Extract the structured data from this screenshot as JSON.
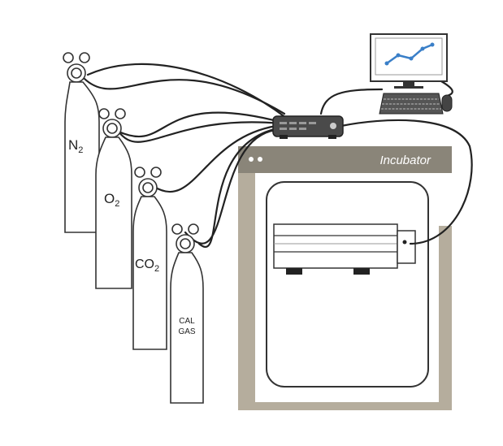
{
  "cylinders": [
    {
      "id": "n2",
      "label_main": "N",
      "label_sub": "2"
    },
    {
      "id": "o2",
      "label_main": "O",
      "label_sub": "2"
    },
    {
      "id": "co2",
      "label_main": "CO",
      "label_sub": "2"
    },
    {
      "id": "cal",
      "label_line1": "CAL",
      "label_line2": "GAS"
    }
  ],
  "incubator": {
    "title": "Incubator"
  },
  "colors": {
    "incubator_frame": "#b5ad9d",
    "incubator_header": "#8a8579",
    "chart_line": "#3a7fc8",
    "outline": "#333333"
  },
  "icons": [
    "gas-cylinder-icon",
    "regulator-icon",
    "computer-monitor-icon",
    "keyboard-icon",
    "mouse-icon",
    "controller-box-icon"
  ]
}
